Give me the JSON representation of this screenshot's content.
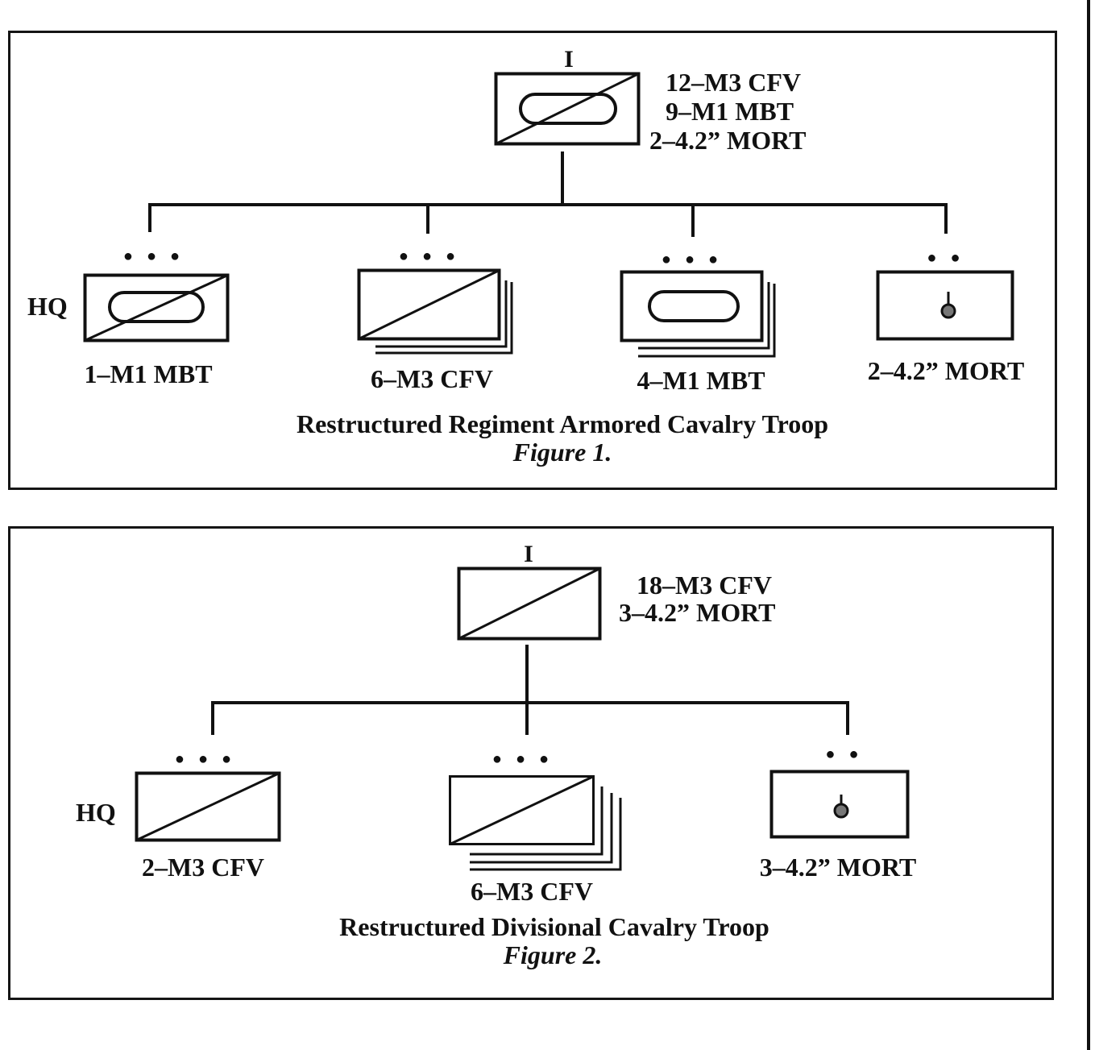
{
  "figure1": {
    "hq_tag": "HQ",
    "top_unit": {
      "lines": [
        "12–M3 CFV",
        "9–M1 MBT",
        "2–4.2” MORT"
      ],
      "echelon": "I"
    },
    "sub_units": [
      {
        "label": "1–M1 MBT",
        "echelon": "● ● ●",
        "symbol": "armored-cavalry-icon"
      },
      {
        "label": "6–M3 CFV",
        "echelon": "● ● ●",
        "symbol": "cavalry-icon"
      },
      {
        "label": "4–M1 MBT",
        "echelon": "● ● ●",
        "symbol": "armor-icon"
      },
      {
        "label": "2–4.2” MORT",
        "echelon": "● ●",
        "symbol": "mortar-icon"
      }
    ],
    "title": "Restructured Regiment Armored Cavalry Troop",
    "caption": "Figure 1."
  },
  "figure2": {
    "hq_tag": "HQ",
    "top_unit": {
      "lines": [
        "18–M3 CFV",
        "3–4.2” MORT"
      ],
      "echelon": "I"
    },
    "sub_units": [
      {
        "label": "2–M3 CFV",
        "echelon": "● ● ●",
        "symbol": "cavalry-icon"
      },
      {
        "label": "6–M3 CFV",
        "echelon": "● ● ●",
        "symbol": "cavalry-icon"
      },
      {
        "label": "3–4.2” MORT",
        "echelon": "● ●",
        "symbol": "mortar-icon"
      }
    ],
    "title": "Restructured Divisional Cavalry Troop",
    "caption": "Figure 2."
  }
}
